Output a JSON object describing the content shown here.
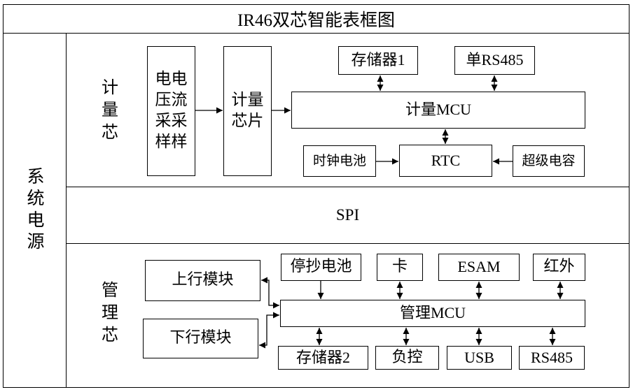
{
  "title": "IR46双芯智能表框图",
  "power_column": {
    "label": "系统电源"
  },
  "metering_core": {
    "label": "计量芯",
    "sampling_block": {
      "lines": [
        "电电",
        "压流",
        "采采",
        "样样"
      ]
    },
    "metering_chip": {
      "lines": [
        "计量",
        "芯片"
      ]
    },
    "mcu": "计量MCU",
    "memory": "存储器1",
    "rs485": "单RS485",
    "rtc": "RTC",
    "clock_battery": "时钟电池",
    "supercap": "超级电容"
  },
  "bus": {
    "label": "SPI"
  },
  "management_core": {
    "label": "管理芯",
    "mcu": "管理MCU",
    "uplink": "上行模块",
    "downlink": "下行模块",
    "top_peripherals": [
      "停抄电池",
      "卡",
      "ESAM",
      "红外"
    ],
    "bottom_peripherals": [
      "存储器2",
      "负控",
      "USB",
      "RS485"
    ]
  }
}
